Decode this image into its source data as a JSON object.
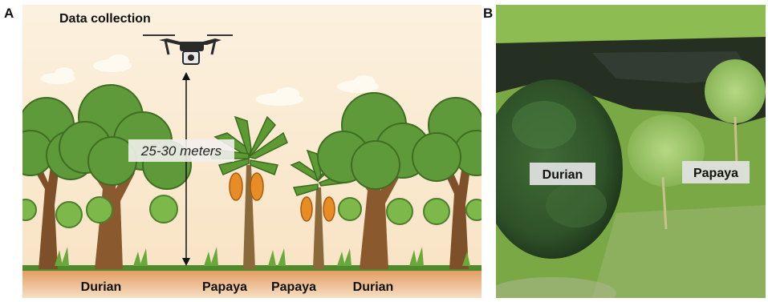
{
  "panel_a": {
    "letter": "A",
    "title": "Data collection",
    "distance_label": "25-30 meters",
    "ground_labels": [
      "Durian",
      "Papaya",
      "Papaya",
      "Durian"
    ]
  },
  "panel_b": {
    "letter": "B",
    "labels": [
      "Durian",
      "Papaya"
    ]
  },
  "colors": {
    "sky": "#fbeedb",
    "ground": "#e7a46b",
    "grass": "#5f9a35",
    "durian_canopy": "#5f9a3a",
    "trunk": "#8a5a2e",
    "papaya_fruit": "#e88c25",
    "aerial_grass": "#7aa845",
    "aerial_canopy_dark": "#2e4f25"
  }
}
